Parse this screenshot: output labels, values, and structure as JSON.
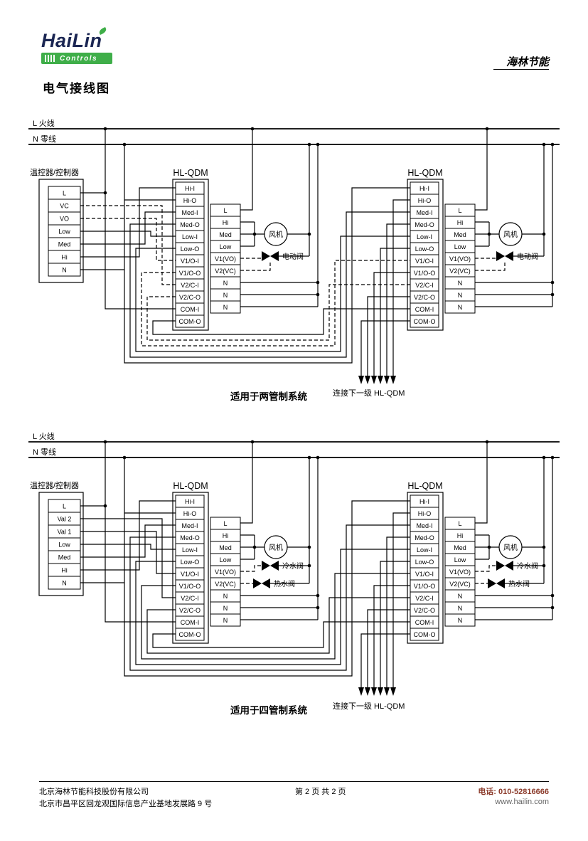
{
  "colors": {
    "brand_green": "#3fae49",
    "logo_navy": "#1b2653",
    "phone_red": "#8b3a2a"
  },
  "header": {
    "logo_main": "HaiLin",
    "logo_sub": "Controls",
    "brand_script": "海林节能",
    "title": "电气接线图"
  },
  "buses": {
    "live": "L 火线",
    "neutral": "N 零线"
  },
  "controller": {
    "title": "温控器/控制器"
  },
  "qdm": {
    "title": "HL-QDM",
    "fan": "风机",
    "left_terminals": [
      "Hi-I",
      "Hi-O",
      "Med-I",
      "Med-O",
      "Low-I",
      "Low-O",
      "V1/O-I",
      "V1/O-O",
      "V2/C-I",
      "V2/C-O",
      "COM-I",
      "COM-O"
    ],
    "right_terminals": [
      "L",
      "Hi",
      "Med",
      "Low",
      "V1(VO)",
      "V2(VC)",
      "N",
      "N",
      "N"
    ]
  },
  "diagram1": {
    "controller_terminals": [
      "L",
      "VC",
      "VO",
      "Low",
      "Med",
      "Hi",
      "N"
    ],
    "valve": "电动阀",
    "caption": "适用于两管制系统",
    "next_label": "连接下一级 HL-QDM"
  },
  "diagram2": {
    "controller_terminals": [
      "L",
      "Val 2",
      "Val 1",
      "Low",
      "Med",
      "Hi",
      "N"
    ],
    "cold_valve": "冷水阀",
    "hot_valve": "热水阀",
    "caption": "适用于四管制系统",
    "next_label": "连接下一级 HL-QDM"
  },
  "footer": {
    "company": "北京海林节能科技股份有限公司",
    "address": "北京市昌平区回龙观国际信息产业基地发展路 9 号",
    "page": "第 2 页 共 2 页",
    "phone": "电话: 010-52816666",
    "website": "www.hailin.com"
  }
}
